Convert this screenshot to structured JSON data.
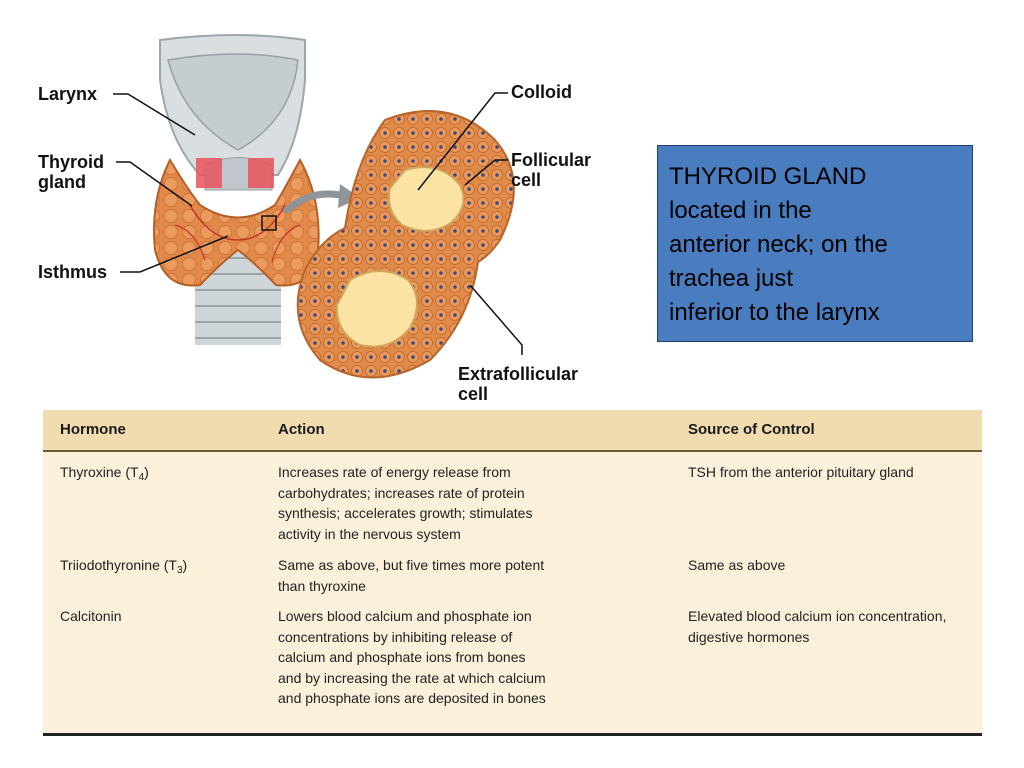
{
  "labels": {
    "larynx": "Larynx",
    "thyroid_gland": "Thyroid\ngland",
    "isthmus": "Isthmus",
    "colloid": "Colloid",
    "follicular_cell": "Follicular\ncell",
    "extrafollicular_cell": "Extrafollicular\ncell"
  },
  "info_box": {
    "lines": [
      "THYROID GLAND",
      "located in the",
      "anterior neck; on the",
      "trachea just",
      "inferior to the larynx"
    ]
  },
  "table": {
    "headers": [
      "Hormone",
      "Action",
      "Source of Control"
    ],
    "rows": [
      {
        "hormone": "Thyroxine (T",
        "hormone_sub": "4",
        "hormone_suffix": ")",
        "action": "Increases rate of energy release from\ncarbohydrates; increases rate of protein\nsynthesis; accelerates growth; stimulates\nactivity in the nervous system",
        "source": "TSH from the anterior pituitary gland"
      },
      {
        "hormone": "Triiodothyronine (T",
        "hormone_sub": "3",
        "hormone_suffix": ")",
        "action": "Same as above, but five times more potent\nthan thyroxine",
        "source": "Same as above"
      },
      {
        "hormone": "Calcitonin",
        "hormone_sub": "",
        "hormone_suffix": "",
        "action": "Lowers blood calcium and phosphate ion\nconcentrations by inhibiting release of\ncalcium and phosphate ions from bones\nand by increasing the rate at which calcium\nand phosphate ions are deposited in bones",
        "source": "Elevated blood calcium ion concentration,\ndigestive hormones"
      }
    ]
  },
  "colors": {
    "info_box_bg": "#4a7cc0",
    "gland": "#e08b4a",
    "colloid": "#fbe3a3",
    "cartilage": "#d7dcdf",
    "table_bg": "#fbf1da",
    "table_header_bg": "#f1dcb0"
  }
}
